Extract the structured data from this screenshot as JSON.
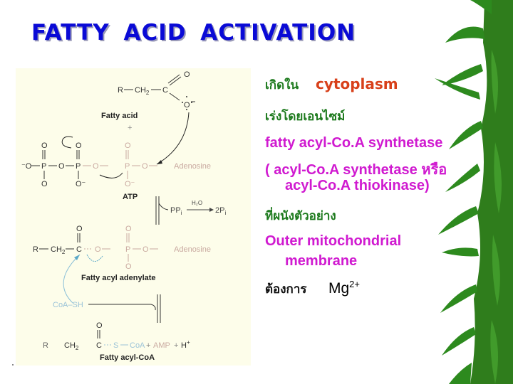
{
  "slide": {
    "title": "FATTY ACID ACTIVATION"
  },
  "diagram": {
    "fatty_acid": {
      "formula_left": "R",
      "ch2": "CH",
      "ch2_sub": "2",
      "carbon": "C",
      "oxygen_double": "O",
      "oxygen_anion": "O",
      "label": "Fatty acid"
    },
    "plus": "+",
    "atp": {
      "o_minus_left": "⁻O",
      "p": "P",
      "o": "O",
      "o_minus": "O⁻",
      "adenosine": "Adenosine",
      "label": "ATP"
    },
    "ppi": {
      "label": "PP",
      "label_sub": "i",
      "water": "H₂O",
      "product": "2P",
      "product_sub": "i"
    },
    "adenylate": {
      "r": "R",
      "ch2": "CH",
      "ch2_sub": "2",
      "c": "C",
      "o": "O",
      "p": "P",
      "adenosine": "Adenosine",
      "label": "Fatty acyl adenylate"
    },
    "coa_sh": "CoA–SH",
    "acyl_coa": {
      "r": "R",
      "ch2": "CH",
      "ch2_sub": "2",
      "c": "C",
      "o": "O",
      "s": "S",
      "coa": "CoA",
      "plus1": "+",
      "amp": "AMP",
      "plus2": "+",
      "h": "H",
      "h_sup": "+",
      "label": "Fatty acyl-CoA"
    }
  },
  "notes": {
    "occurs_in_label": "เกิดใน",
    "occurs_in_value": "cytoplasm",
    "enzyme_label": "เร่งโดยเอนไซม์",
    "enzyme_name": "fatty acyl-Co.A synthetase",
    "enzyme_alt_line1": "( acyl-Co.A synthetase หรือ",
    "enzyme_alt_line2": "acyl-Co.A thiokinase)",
    "location_label": "ที่ผนังตัวอย่าง",
    "location_line1": "Outer mitochondrial",
    "location_line2": "membrane",
    "requires_label": "ต้องการ",
    "requires_value": "Mg",
    "requires_sup": "2+"
  },
  "colors": {
    "title": "#0a0ad6",
    "thai_label": "#1d7a1d",
    "highlight": "#d01ad0",
    "cytoplasm": "#d8401a",
    "diagram_bg": "#fdfdea",
    "bamboo": "#2d8a1e"
  }
}
